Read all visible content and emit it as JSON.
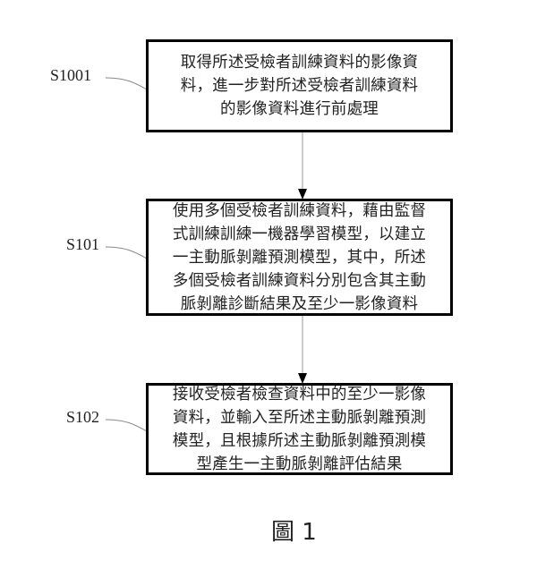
{
  "figure": {
    "steps": [
      {
        "id": "S1001",
        "lines": [
          "取得所述受檢者訓練資料的影像資",
          "料，進一步對所述受檢者訓練資料",
          "的影像資料進行前處理"
        ]
      },
      {
        "id": "S101",
        "lines": [
          "使用多個受檢者訓練資料，藉由監督",
          "式訓練訓練一機器學習模型，以建立",
          "一主動脈剝離預測模型，其中，所述",
          "多個受檢者訓練資料分別包含其主動",
          "脈剝離診斷結果及至少一影像資料"
        ]
      },
      {
        "id": "S102",
        "lines": [
          "接收受檢者檢查資料中的至少一影像",
          "資料，並輸入至所述主動脈剝離預測",
          "模型，且根據所述主動脈剝離預測模",
          "型產生一主動脈剝離評估結果"
        ]
      }
    ],
    "caption": "圖 1"
  }
}
